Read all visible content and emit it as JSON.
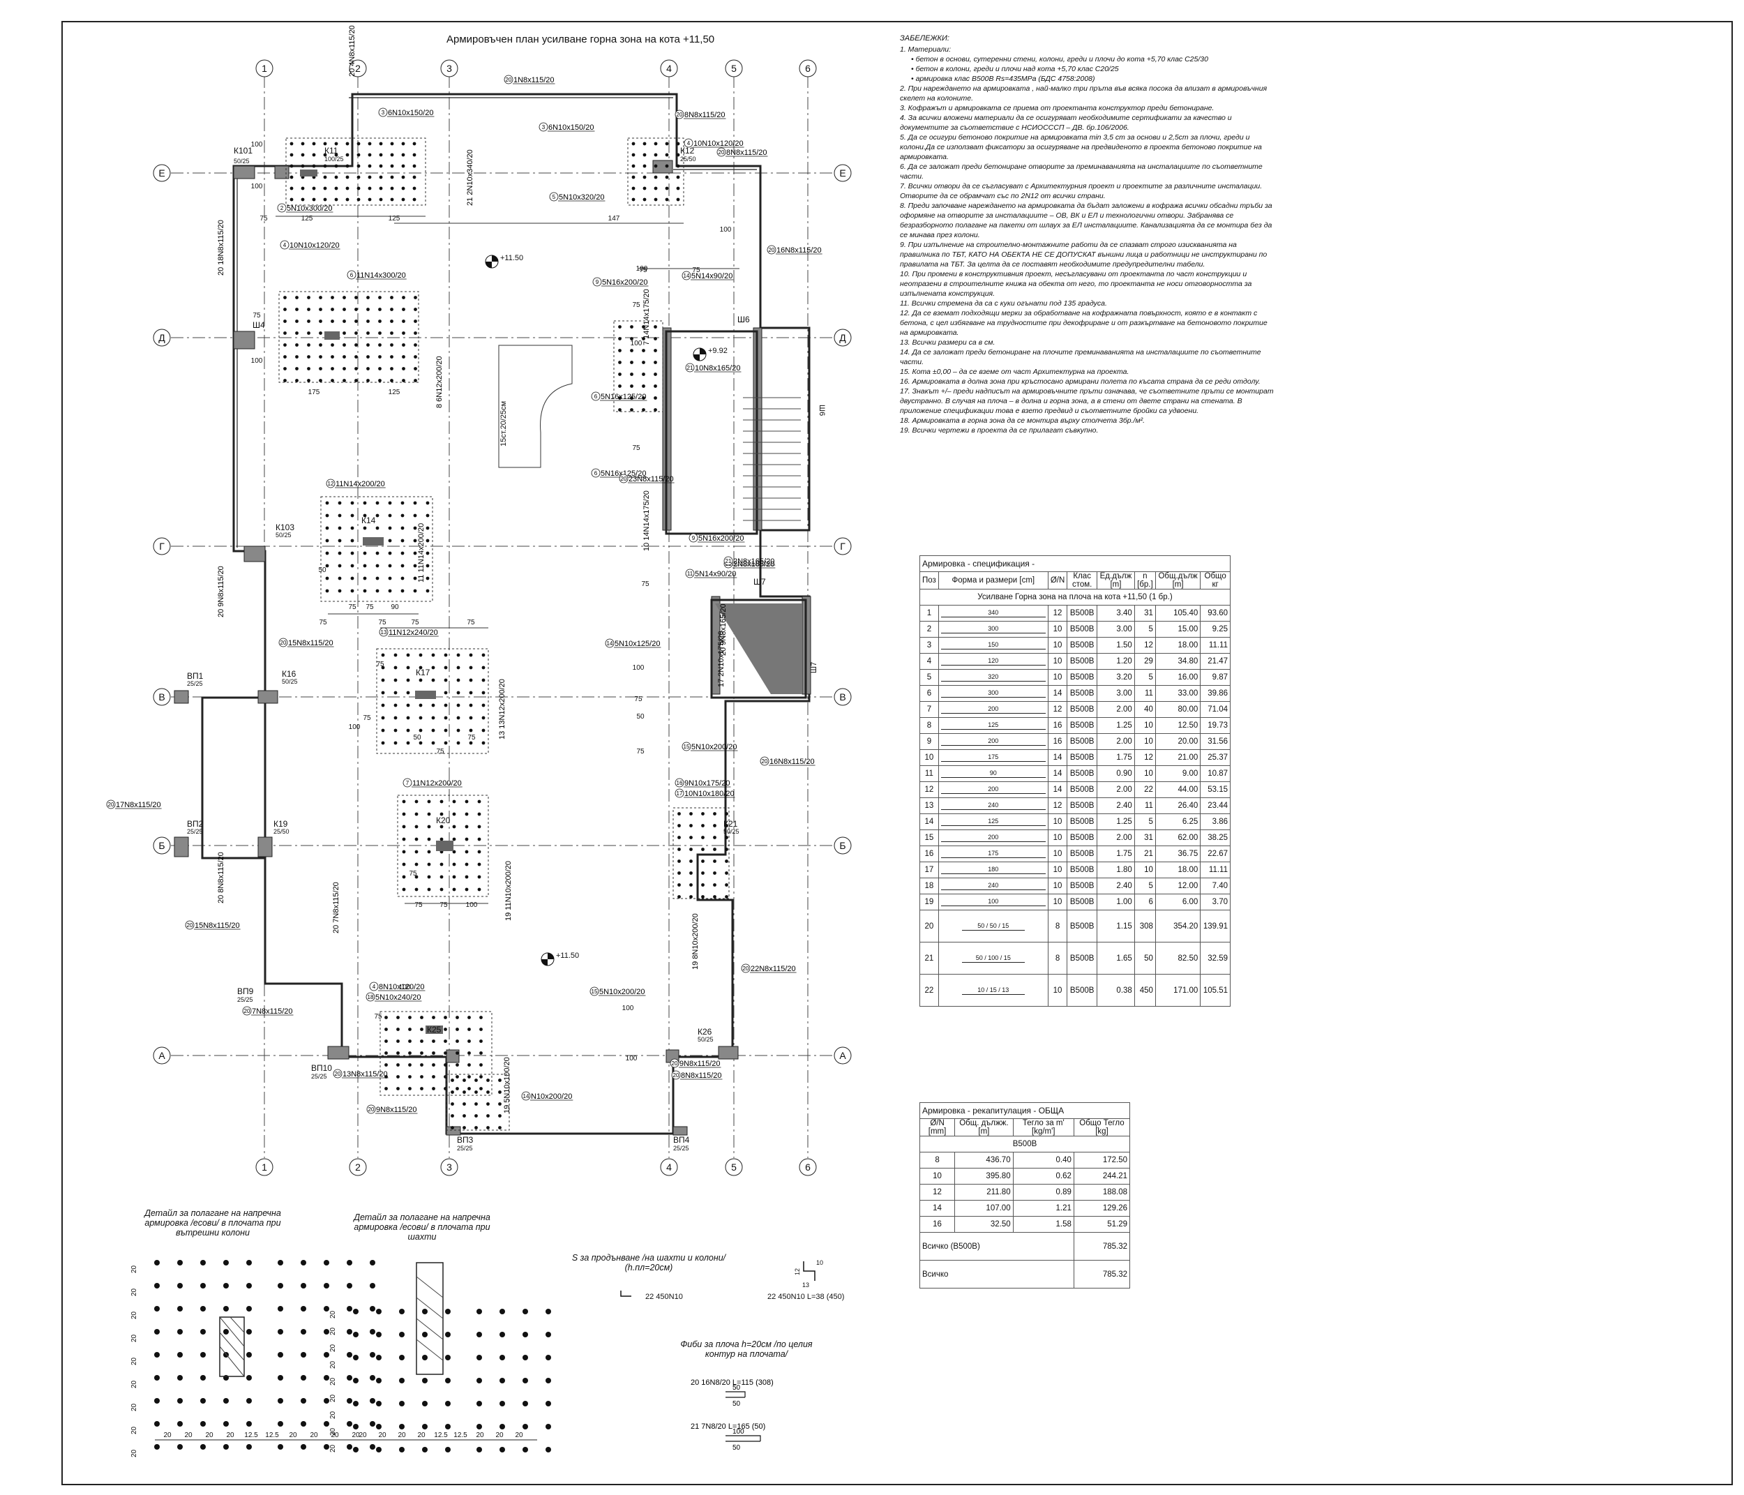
{
  "title": "Армировъчен план усилване горна зона на кота +11,50",
  "notes": {
    "heading": "ЗАБЕЛЕЖКИ:",
    "items": [
      "1.   Материали:",
      "•   бетон в основи, сутеренни стени, колони, греди и плочи до кота +5,70 клас С25/30",
      "•   бетон в колони, греди и плочи над кота +5,70 клас С20/25",
      "•   армировка клас В500В Rs=435MPa (БДС 4758:2008)",
      "2.   При нареждането на армировката , най-малко три пръта във всяка посока да влизат в армировъчния скелет на колоните.",
      "3.   Кофражът и армировката се приема от проектанта конструктор преди бетониране.",
      "4.   За всички вложени материали да се осигуряват необходимите сертификати за качество и документите за съответствие с НСИОСССП – ДВ. бр.106/2006.",
      "5.   Да се осигури бетоново покритие на армировката min 3,5 cm за основи и 2,5cm за плочи, греди и колони.Да се използват фиксатори за осигуряване на предвиденото в проекта бетоново покритие на армировката.",
      "6.   Да се заложат преди бетониране отворите за преминаванията на инсталациите по съответните части.",
      "7.   Всички отвори да се съгласуват с Архитектурния проект и проектите за различните инсталации. Отворите да се обрамчат със по 2N12 от всички страни.",
      "8.   Преди започване нареждането на армировката да бъдат заложени в кофража всички обсадни тръби за оформяне на отворите за инсталациите – ОВ, ВК и ЕЛ и технологични отвори. Забранява се безразборното полагане на пакети от шлаух за ЕЛ инсталациите. Канализацията да се монтира без да се минава през колони.",
      "9.   При изпълнение на строително-монтажните работи да се спазват строго изискванията на правилника по ТБТ, КАТО НА ОБЕКТА НЕ СЕ ДОПУСКАТ външни лица и работници не инструктирани по правилата на ТБТ. За целта да се поставят необходимите предупредителни табели.",
      "10.  При промени в конструктивния проект, несъгласувани от проектанта по част конструкции и неотразени в строителните книжа на обекта от него, то проектанта не носи отговорността за изпълнената конструкция.",
      "11.  Всички стремена да са с куки огънати под 135 градуса.",
      "12.  Да се вземат подходящи мерки за обработване на кофражната повърхност, която е в контакт с бетона, с цел избягване на трудностите при декофриране и от разкъртване на бетоновото покритие на армировката.",
      "13.  Всички размери са в см.",
      "14.  Да се заложат преди бетониране на плочите преминаванията на инсталациите по съответните части.",
      "15.  Кота ±0,00 – да се вземе от част Архитектурна на проекта.",
      "16.  Армировката в долна зона при кръстосано армирани полета по късата страна да се реди отдолу.",
      "17.  Знакът +/– преди надписът на армировъчните пръти означава, че съответните пръти се монтират двустранно. В случая на плоча – в долна и горна зона, а в стени от двете страни на стената. В приложение спецификации това е взето предвид и съответните бройки са удвоени.",
      "18.  Армировката в горна зона да се монтира върху столчета 3бр./м².",
      "19.  Всички чертежи в проекта да се прилагат съвкупно."
    ]
  },
  "plan": {
    "axes_num": [
      "1",
      "2",
      "3",
      "4",
      "5",
      "6"
    ],
    "axes_cyr": [
      "Е",
      "Д",
      "Г",
      "В",
      "Б",
      "А"
    ],
    "levels": [
      "+11.50",
      "+9.92",
      "+11.50"
    ],
    "columns": [
      "К101",
      "50/25",
      "К11",
      "100/25",
      "К12",
      "25/50",
      "Ш4",
      "Ш6",
      "К103",
      "50/25",
      "Ш7",
      "ВП1",
      "25/25",
      "К16",
      "50/25",
      "ВП2",
      "25/25",
      "К19",
      "25/50",
      "К21",
      "50/25",
      "ВП9",
      "25/25",
      "ВП10",
      "25/25",
      "К26",
      "50/25",
      "ВП3",
      "25/25",
      "ВП4",
      "25/25",
      "К14",
      "К17",
      "К20",
      "К25",
      "Ш6",
      "Ш7"
    ],
    "stair": "15ст.20/25см",
    "bars": [
      "20 1N8x115/20",
      "20 4N8x115/20",
      "3 6N10x150/20",
      "3 6N10x150/20",
      "20 8N8x115/20",
      "4 10N10x120/20",
      "20 8N8x115/20",
      "21 2N10x340/20",
      "5 5N10x320/20",
      "20 18N8x115/20",
      "4 10N10x120/20",
      "20 16N8x115/20",
      "2 5N10x300/20",
      "6 11N14x300/20",
      "9 5N16x200/20",
      "14 5N14x90/20",
      "7 14N14x175/20",
      "21 10N8x165/20",
      "8 6N12x200/20",
      "6 5N16x125/20",
      "21 2N8x165/20",
      "6 5N16x125/20",
      "12 11N14x200/20",
      "10 14N14x175/20",
      "11 11N14x200/20",
      "9 5N16x200/20",
      "21 2N8x165/20",
      "11 5N14x90/20",
      "20 9N8x115/20",
      "20 15N8x115/20",
      "13 11N12x240/20",
      "14 5N10x125/20",
      "17 2N10x175/20",
      "20 9N8x165/20",
      "13 13N12x200/20",
      "15 5N10x200/20",
      "20 16N8x115/20",
      "20 17N8x115/20",
      "7 11N12x200/20",
      "16 9N10x175/20",
      "17 10N10x180/20",
      "20 8N8x115/20",
      "20 15N8x115/20",
      "20 7N8x115/20",
      "19 11N10x200/20",
      "19 8N10x200/20",
      "20 22N8x115/20",
      "4 8N10x120/20",
      "18 5N10x240/20",
      "15 5N10x200/20",
      "20 7N8x115/20",
      "20 13N8x115/20",
      "20 9N8x115/20",
      "20 8N8x115/20",
      "20 9N8x115/20",
      "19 5N10x100/20",
      "14 N10x200/20",
      "20 23N8x115/20"
    ],
    "dims": [
      "100",
      "100",
      "75",
      "125",
      "125",
      "147",
      "100",
      "75",
      "175",
      "125",
      "100",
      "100",
      "75",
      "75",
      "75",
      "100",
      "75",
      "75",
      "50",
      "75",
      "75",
      "90",
      "75",
      "75",
      "75",
      "75",
      "75",
      "75",
      "50",
      "75",
      "75",
      "100",
      "100",
      "75",
      "50",
      "75",
      "75",
      "75",
      "75",
      "100",
      "100",
      "75",
      "100",
      "100"
    ]
  },
  "details": {
    "cap1": "Детайл за полагане на напречна армировка /есови/ в плочата при вътрешни колони",
    "cap2": "Детайл за полагане на напречна армировка /есови/ в плочата при шахти",
    "dim": "20",
    "bdims1": [
      "20",
      "20",
      "20",
      "20",
      "12.5",
      "12.5",
      "20",
      "20",
      "20",
      "20"
    ],
    "bdims2": [
      "20",
      "20",
      "20",
      "20",
      "12.5",
      "12.5",
      "20",
      "20",
      "20"
    ],
    "s_caption": "S за продънване /на шахти и колони/ (h.пл=20см)",
    "s_label": "22 450N10",
    "s_label2": "22 450N10 L=38 (450)",
    "s_dims": [
      "13",
      "10",
      "12"
    ],
    "fibi_caption": "Фиби за плоча h=20см /по целия контур на плочата/",
    "fibi": [
      {
        "label": "20 16N8/20 L=115 (308)",
        "top": "50",
        "bottom": "50"
      },
      {
        "label": "21 7N8/20 L=165 (50)",
        "top": "100",
        "bottom": "50"
      }
    ]
  },
  "spec": {
    "title": "Армировка - спецификация -",
    "headers": [
      "Поз",
      "Форма и размери [cm]",
      "Ø/N",
      "Клас стом.",
      "Ед.дълж [m]",
      "n [бр.]",
      "Общ.дълж [m]",
      "Общо кг"
    ],
    "group": "Усилване Горна зона на плоча на кота +11,50 (1 бр.)",
    "rows": [
      [
        "1",
        "340",
        "12",
        "B500B",
        "3.40",
        "31",
        "105.40",
        "93.60"
      ],
      [
        "2",
        "300",
        "10",
        "B500B",
        "3.00",
        "5",
        "15.00",
        "9.25"
      ],
      [
        "3",
        "150",
        "10",
        "B500B",
        "1.50",
        "12",
        "18.00",
        "11.11"
      ],
      [
        "4",
        "120",
        "10",
        "B500B",
        "1.20",
        "29",
        "34.80",
        "21.47"
      ],
      [
        "5",
        "320",
        "10",
        "B500B",
        "3.20",
        "5",
        "16.00",
        "9.87"
      ],
      [
        "6",
        "300",
        "14",
        "B500B",
        "3.00",
        "11",
        "33.00",
        "39.86"
      ],
      [
        "7",
        "200",
        "12",
        "B500B",
        "2.00",
        "40",
        "80.00",
        "71.04"
      ],
      [
        "8",
        "125",
        "16",
        "B500B",
        "1.25",
        "10",
        "12.50",
        "19.73"
      ],
      [
        "9",
        "200",
        "16",
        "B500B",
        "2.00",
        "10",
        "20.00",
        "31.56"
      ],
      [
        "10",
        "175",
        "14",
        "B500B",
        "1.75",
        "12",
        "21.00",
        "25.37"
      ],
      [
        "11",
        "90",
        "14",
        "B500B",
        "0.90",
        "10",
        "9.00",
        "10.87"
      ],
      [
        "12",
        "200",
        "14",
        "B500B",
        "2.00",
        "22",
        "44.00",
        "53.15"
      ],
      [
        "13",
        "240",
        "12",
        "B500B",
        "2.40",
        "11",
        "26.40",
        "23.44"
      ],
      [
        "14",
        "125",
        "10",
        "B500B",
        "1.25",
        "5",
        "6.25",
        "3.86"
      ],
      [
        "15",
        "200",
        "10",
        "B500B",
        "2.00",
        "31",
        "62.00",
        "38.25"
      ],
      [
        "16",
        "175",
        "10",
        "B500B",
        "1.75",
        "21",
        "36.75",
        "22.67"
      ],
      [
        "17",
        "180",
        "10",
        "B500B",
        "1.80",
        "10",
        "18.00",
        "11.11"
      ],
      [
        "18",
        "240",
        "10",
        "B500B",
        "2.40",
        "5",
        "12.00",
        "7.40"
      ],
      [
        "19",
        "100",
        "10",
        "B500B",
        "1.00",
        "6",
        "6.00",
        "3.70"
      ],
      [
        "20",
        "50 / 50 / 15",
        "8",
        "B500B",
        "1.15",
        "308",
        "354.20",
        "139.91"
      ],
      [
        "21",
        "50 / 100 / 15",
        "8",
        "B500B",
        "1.65",
        "50",
        "82.50",
        "32.59"
      ],
      [
        "22",
        "10 / 15 / 13",
        "10",
        "B500B",
        "0.38",
        "450",
        "171.00",
        "105.51"
      ]
    ]
  },
  "recap": {
    "title": "Армировка - рекапитулация - ОБЩА",
    "headers": [
      "Ø/N [mm]",
      "Общ. дължж. [m]",
      "Тегло за m' [kg/m']",
      "Общо Тегло [kg]"
    ],
    "group": "B500B",
    "rows": [
      [
        "8",
        "436.70",
        "0.40",
        "172.50"
      ],
      [
        "10",
        "395.80",
        "0.62",
        "244.21"
      ],
      [
        "12",
        "211.80",
        "0.89",
        "188.08"
      ],
      [
        "14",
        "107.00",
        "1.21",
        "129.26"
      ],
      [
        "16",
        "32.50",
        "1.58",
        "51.29"
      ]
    ],
    "total_label": "Всичко (B500B)",
    "total_value": "785.32",
    "grand_label": "Всичко",
    "grand_value": "785.32"
  }
}
